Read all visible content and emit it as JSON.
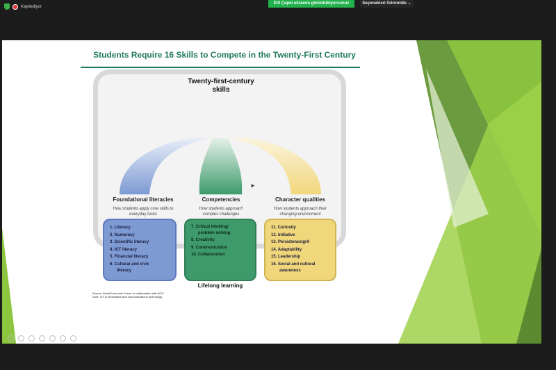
{
  "top": {
    "recording_label": "Kaydediyor",
    "share_banner": "Elif Çepni ekranını görüntülüyorsunuz",
    "view_options": "Seçenekleri Görüntüle"
  },
  "slide": {
    "title": "Students Require 16 Skills to Compete in the Twenty-First Century",
    "skills_title_1": "Twenty-first-century",
    "skills_title_2": "skills",
    "columns": [
      {
        "heading": "Foundational literacies",
        "subtitle_1": "How students apply core skills to",
        "subtitle_2": "everyday tasks",
        "items": [
          "1. Literacy",
          "2. Numeracy",
          "3. Scientific literacy",
          "4. ICT literacy",
          "5. Financial literacy",
          "6. Cultural and civic",
          "literacy"
        ]
      },
      {
        "heading": "Competencies",
        "subtitle_1": "How students approach",
        "subtitle_2": "complex challenges",
        "items": [
          "7. Critical thinking/",
          "problem solving",
          "8. Creativity",
          "9. Communication",
          "10. Collaboration"
        ]
      },
      {
        "heading": "Character qualities",
        "subtitle_1": "How students approach their",
        "subtitle_2": "changing environment",
        "items": [
          "11. Curiosity",
          "12. Initiative",
          "13. Persistence/grit",
          "14. Adaptability",
          "15. Leadership",
          "16. Social and cultural",
          "awareness"
        ]
      }
    ],
    "footer": "Lifelong learning",
    "source_1": "Source: World Economic Forum in collaboration with BCG",
    "source_2": "Note: ICT is information and communications technology"
  },
  "colors": {
    "title_green": "#1f7a55",
    "blue": "#7d9ad3",
    "green": "#3f9a6b",
    "yellow": "#f1d77b",
    "lime": "#8cc63f"
  }
}
